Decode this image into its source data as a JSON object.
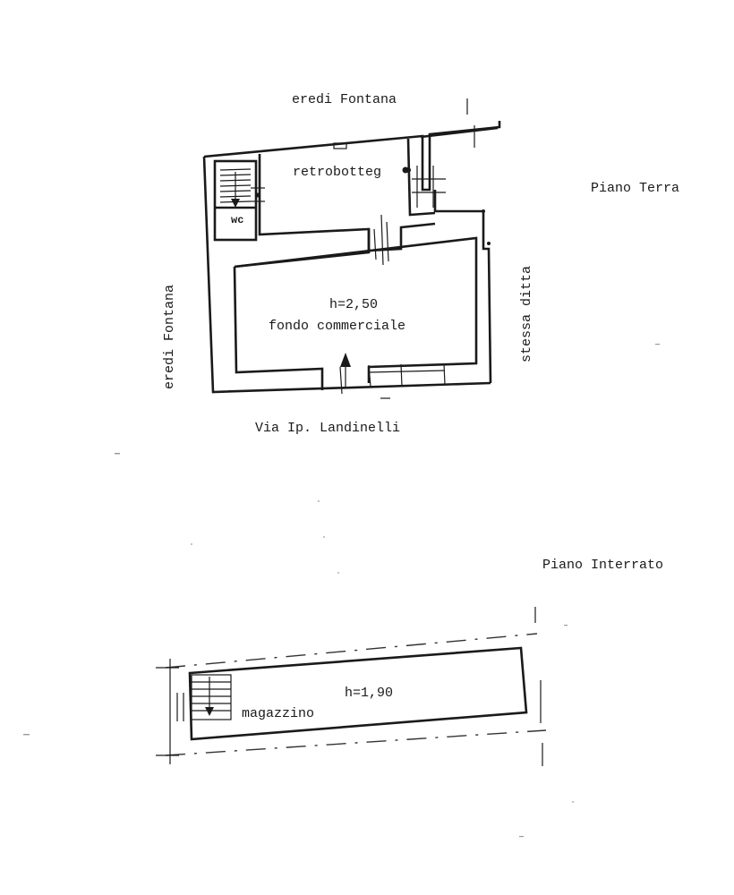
{
  "ground_floor": {
    "title": "Piano Terra",
    "neighbor_north": "eredi Fontana",
    "neighbor_west": "eredi Fontana",
    "neighbor_east": "stessa ditta",
    "street": "Via Ip. Landinelli",
    "rooms": {
      "back_room": "retrobotteg",
      "wc": "wc",
      "shop_height": "h=2,50",
      "shop_name": "fondo commerciale"
    }
  },
  "basement": {
    "title": "Piano Interrato",
    "room_height": "h=1,90",
    "room_name": "magazzino"
  }
}
